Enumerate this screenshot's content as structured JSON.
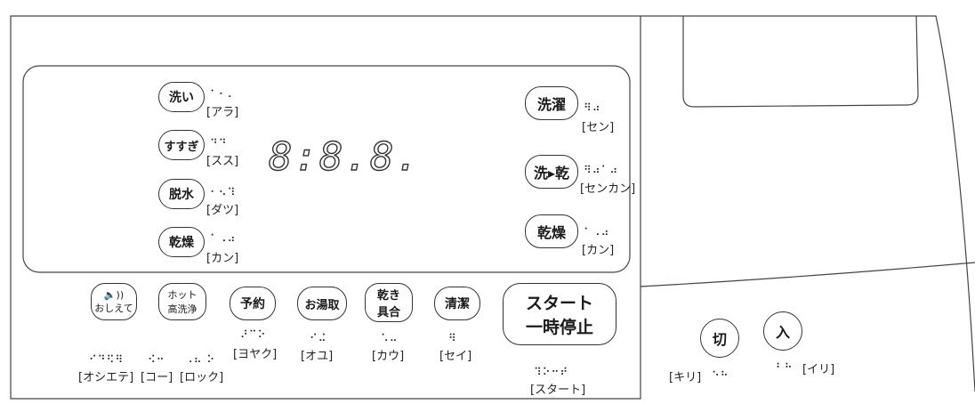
{
  "panel": {
    "left_buttons": [
      {
        "label": "洗い",
        "braille": "⠁⠂⠄",
        "reading": "[アラ]"
      },
      {
        "label": "すすぎ",
        "braille": "⠙⠙",
        "reading": "[スス]"
      },
      {
        "label": "脱水",
        "braille": "⠂⠢⠹",
        "reading": "[ダツ]"
      },
      {
        "label": "乾燥",
        "braille": "⠁⠠⠴",
        "reading": "[カン]"
      }
    ],
    "display": "8:8.8.",
    "right_buttons": [
      {
        "label": "洗濯",
        "braille": "⠻⠴",
        "reading": "[セン]"
      },
      {
        "label": "洗▸乾",
        "braille": "⠻⠴⠁⠴",
        "reading": "[センカン]"
      },
      {
        "label": "乾燥",
        "braille": "⠁⠠⠴",
        "reading": "[カン]"
      }
    ],
    "bottom_buttons": [
      {
        "line1": "🔈))",
        "line2": "おしえて"
      },
      {
        "line1": "ホット",
        "line2": "高洗浄"
      },
      {
        "line1": "予約",
        "line2": ""
      },
      {
        "line1": "お湯取",
        "line2": ""
      },
      {
        "line1": "乾き",
        "line2": "具合"
      },
      {
        "line1": "清潔",
        "line2": ""
      }
    ],
    "bottom_braille": [
      {
        "braille": "⠊⠙⠫⠻",
        "reading": "[オシエテ]"
      },
      {
        "braille": "⠪⠒",
        "reading": "[コー]"
      },
      {
        "braille": "⠠⠦ ⠕",
        "reading": "[ロック]"
      },
      {
        "braille": "⠜⠉⠕",
        "reading": "[ヨヤク]"
      },
      {
        "braille": "⠊⠬",
        "reading": "[オユ]"
      },
      {
        "braille": "⠡⠤",
        "reading": "[カウ]"
      },
      {
        "braille": "⠻",
        "reading": "[セイ]"
      }
    ],
    "start": {
      "line1": "スタート",
      "line2": "一時停止",
      "braille": "⠹⠕⠒⠞",
      "reading": "[スタート]"
    },
    "power": {
      "off": {
        "label": "切",
        "reading": "[キリ]",
        "braille": "⠑⠓"
      },
      "on": {
        "label": "入",
        "reading": "[イリ]",
        "braille": "⠃⠓"
      }
    }
  }
}
